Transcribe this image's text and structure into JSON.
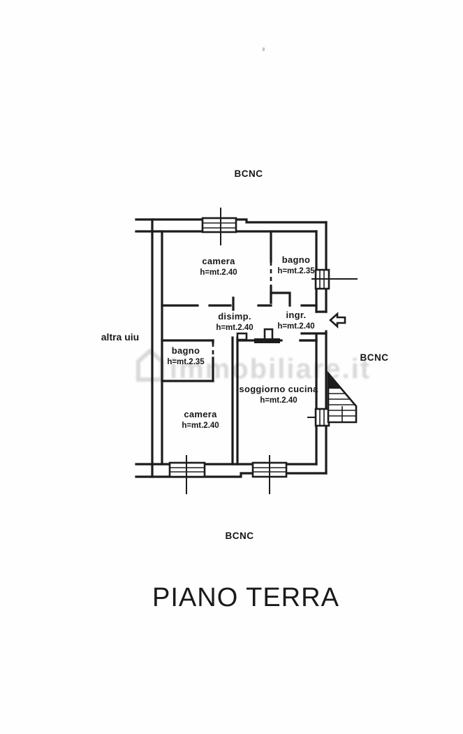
{
  "floor_plan": {
    "title": "PIANO TERRA",
    "labels": {
      "bcnc_top": "BCNC",
      "bcnc_right": "BCNC",
      "bcnc_bottom": "BCNC",
      "adjacent_unit": "altra uiu"
    },
    "watermark": "immobiliare.it",
    "rooms": [
      {
        "name": "camera",
        "height": "h=mt.2.40"
      },
      {
        "name": "bagno",
        "height": "h=mt.2.35"
      },
      {
        "name": "disimp.",
        "height": "h=mt.2.40"
      },
      {
        "name": "ingr.",
        "height": "h=mt.2.40"
      },
      {
        "name": "bagno",
        "height": "h=mt.2.35"
      },
      {
        "name": "camera",
        "height": "h=mt.2.40"
      },
      {
        "name": "soggiorno cucina",
        "height": "h=mt.2.40"
      }
    ]
  }
}
